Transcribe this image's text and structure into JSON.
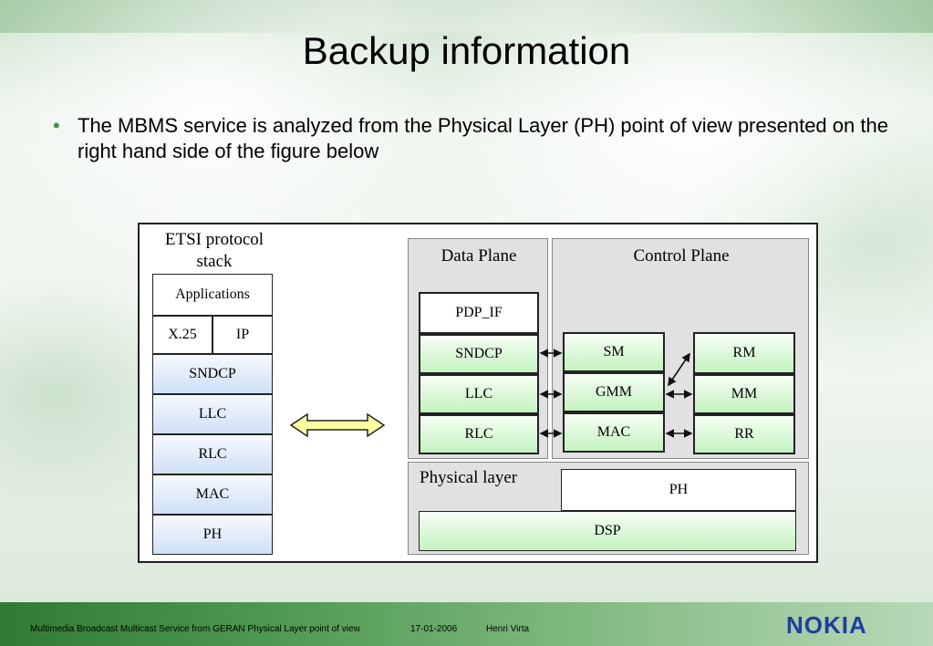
{
  "slide": {
    "title": "Backup information",
    "bullet": "The MBMS service is analyzed from the Physical Layer (PH) point of view presented on the right hand side of the figure below"
  },
  "figure": {
    "etsi_title": "ETSI protocol stack",
    "etsi_stack": {
      "applications": "Applications",
      "x25": "X.25",
      "ip": "IP",
      "sndcp": "SNDCP",
      "llc": "LLC",
      "rlc": "RLC",
      "mac": "MAC",
      "ph": "PH"
    },
    "data_plane": {
      "title": "Data Plane",
      "boxes": [
        "PDP_IF",
        "SNDCP",
        "LLC",
        "RLC"
      ]
    },
    "control_plane": {
      "title": "Control Plane",
      "left_boxes": [
        "SM",
        "GMM",
        "MAC"
      ],
      "right_boxes": [
        "RM",
        "MM",
        "RR"
      ]
    },
    "physical_layer": {
      "title": "Physical layer",
      "ph": "PH",
      "dsp": "DSP"
    }
  },
  "footer": {
    "text": "Multimedia Broadcast Multicast Service  from GERAN Physical Layer point of view",
    "date": "17-01-2006",
    "author": "Henri Virta",
    "logo": "NOKIA"
  },
  "colors": {
    "box_green": "#c4f2c0",
    "box_blue": "#cfe0f7",
    "panel_gray": "#e1e1e1",
    "arrow_yellow": "#ffffa0",
    "logo_blue": "#1f3fa0",
    "bullet_green": "#3a9a3a"
  }
}
